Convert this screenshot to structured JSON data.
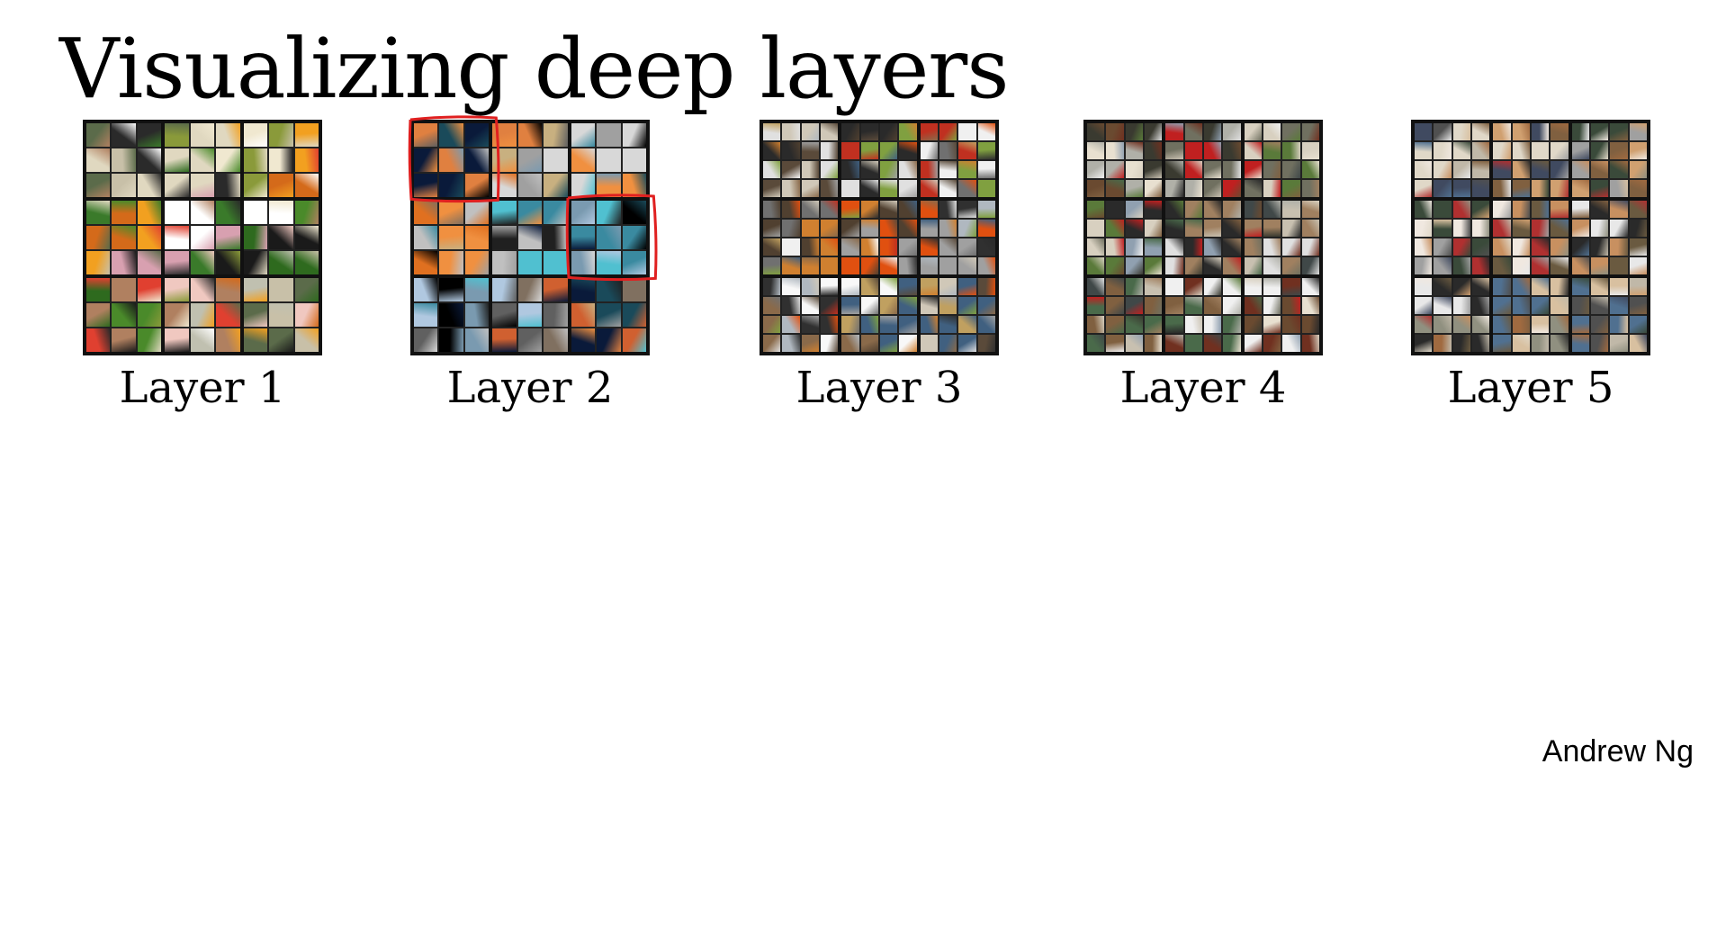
{
  "slide": {
    "title": "Visualizing deep layers",
    "author": "Andrew Ng"
  },
  "panels": [
    {
      "label": "Layer 1",
      "cells_per_block": 3,
      "palette": [
        "#5b6b4a",
        "#c8c0a8",
        "#2a2a2a",
        "#e0d8c0",
        "#8a9a3a",
        "#f0e8d0",
        "#d46a1a",
        "#f2a020",
        "#3a7a2a",
        "#d8a0b0",
        "#ffffff",
        "#1a1a1a",
        "#4a8a2a",
        "#2e6a1e",
        "#b08060",
        "#e04030",
        "#f0c8c0",
        "#c0c0b0"
      ],
      "highlight": []
    },
    {
      "label": "Layer 2",
      "cells_per_block": 3,
      "palette": [
        "#0a1a3a",
        "#1a4a5a",
        "#c8b080",
        "#e08040",
        "#d8d8d8",
        "#a0a0a0",
        "#e07020",
        "#f09040",
        "#202020",
        "#c0c0c0",
        "#3a8aa0",
        "#50c0d0",
        "#000000",
        "#7a9ab0",
        "#b0c8e0",
        "#606060",
        "#d06030",
        "#807060"
      ],
      "highlight": [
        0,
        5
      ]
    },
    {
      "label": "Layer 3",
      "cells_per_block": 4,
      "palette": [
        "#5a4a3a",
        "#d0c8b8",
        "#2a2a2a",
        "#e0e0e0",
        "#c03020",
        "#80a040",
        "#707070",
        "#f0f0f0",
        "#d08030",
        "#504030",
        "#a0a0a0",
        "#e05010",
        "#303030",
        "#b0b8c0",
        "#8a6a4a",
        "#f8f8f8",
        "#406080",
        "#c0a060"
      ],
      "highlight": []
    },
    {
      "label": "Layer 4",
      "cells_per_block": 4,
      "palette": [
        "#6a4a30",
        "#e8e0d0",
        "#3a3a30",
        "#b0b0a8",
        "#c02020",
        "#707060",
        "#5a7a3a",
        "#d8d0c0",
        "#2a2a2a",
        "#90a0b0",
        "#a08060",
        "#e0e0e0",
        "#404848",
        "#c8c0b0",
        "#806040",
        "#4a6a4a",
        "#f0f0f0",
        "#703020"
      ],
      "highlight": []
    },
    {
      "label": "Layer 5",
      "cells_per_block": 4,
      "palette": [
        "#505050",
        "#c0b8a8",
        "#404a60",
        "#e0d8c8",
        "#806040",
        "#d0a070",
        "#3a4a3a",
        "#a0a0a0",
        "#b03030",
        "#f0e8e0",
        "#6a5a40",
        "#c89060",
        "#2a2a2a",
        "#e8e8e8",
        "#909080",
        "#a06a40",
        "#507090",
        "#d8c0a0"
      ],
      "highlight": []
    }
  ],
  "annotation_color": "#e02020"
}
